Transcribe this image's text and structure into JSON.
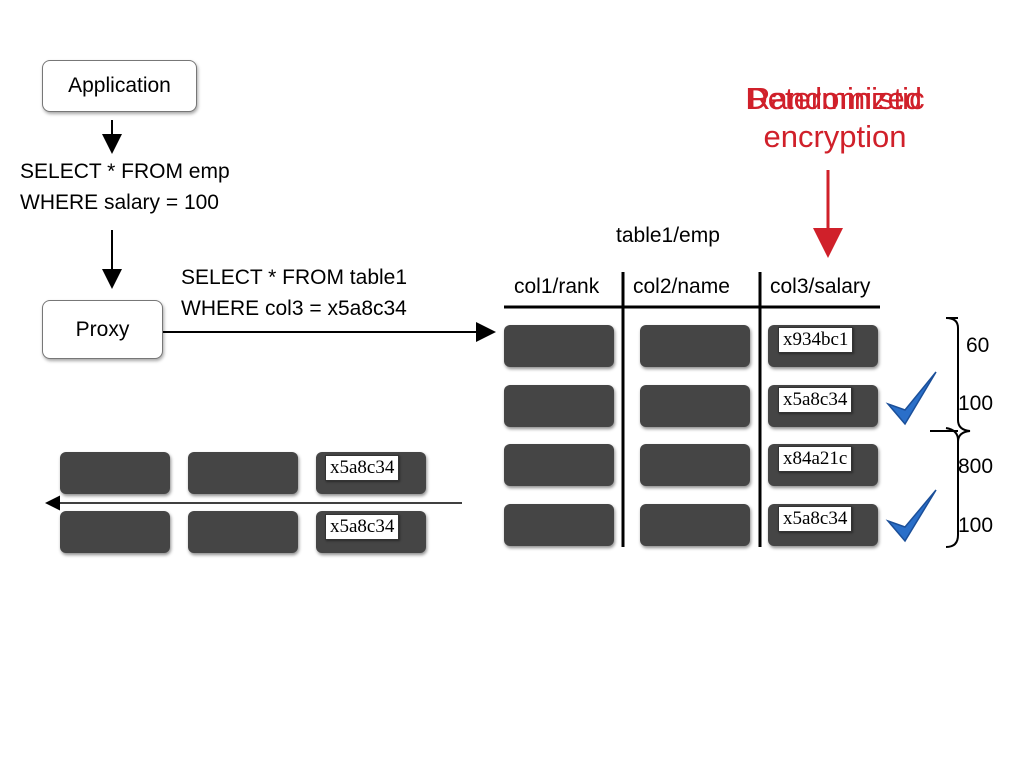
{
  "nodes": {
    "application": "Application",
    "proxy": "Proxy"
  },
  "queries": {
    "plain_line1": "SELECT * FROM emp",
    "plain_line2": "WHERE salary =  100",
    "enc_line1": "SELECT * FROM table1",
    "enc_line2": "WHERE col3 = x5a8c34"
  },
  "annotation": {
    "overlap_a": "Randomized",
    "overlap_b": "Deterministic",
    "line2": "encryption",
    "color": "#d0202a"
  },
  "table": {
    "title": "table1/emp",
    "columns": [
      "col1/rank",
      "col2/name",
      "col3/salary"
    ],
    "ciphertexts": [
      "x934bc1",
      "x5a8c34",
      "x84a21c",
      "x5a8c34"
    ],
    "plaintext_values": [
      "60",
      "100",
      "800",
      "100"
    ],
    "checkmark_color": "#2a6fc9"
  },
  "result": {
    "ciphertexts": [
      "x5a8c34",
      "x5a8c34"
    ]
  }
}
